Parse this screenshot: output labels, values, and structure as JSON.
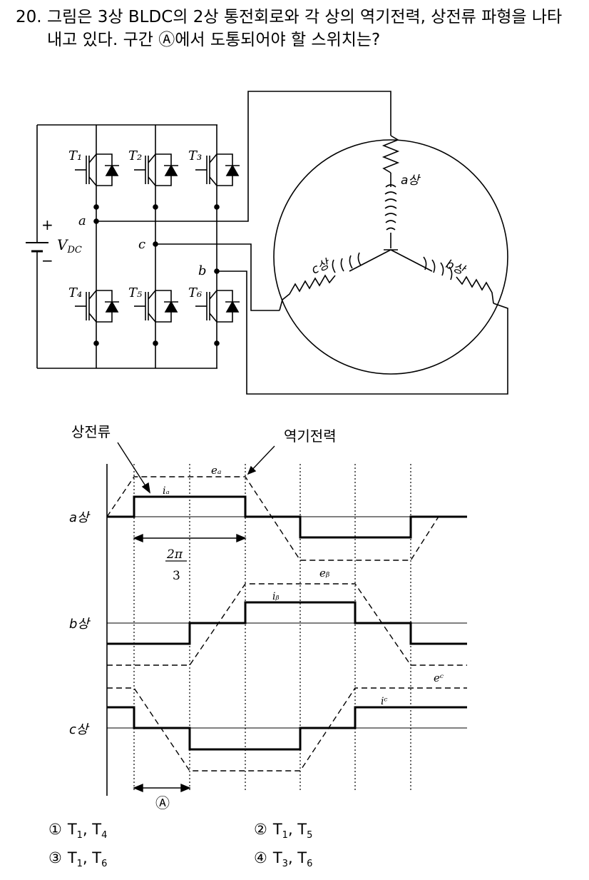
{
  "question": {
    "number": "20.",
    "text": "그림은 3상 BLDC의 2상 통전회로와 각 상의 역기전력, 상전류 파형을 나타내고 있다. 구간 Ⓐ에서 도통되어야 할 스위치는?"
  },
  "circuit": {
    "switches": [
      "T₁",
      "T₂",
      "T₃",
      "T₄",
      "T₅",
      "T₆"
    ],
    "plus": "+",
    "minus": "−",
    "vdc": "V",
    "vdc_sub": "DC",
    "node_a": "a",
    "node_b": "b",
    "node_c": "c",
    "phase_a": "a상",
    "phase_b": "b상",
    "phase_c": "c상"
  },
  "waveform": {
    "current_label": "상전류",
    "emf_label": "역기전력",
    "ea": "eₐ",
    "eb": "eᵦ",
    "ec": "eᶜ",
    "ia": "iₐ",
    "ib": "iᵦ",
    "ic": "iᶜ",
    "row_a": "a상",
    "row_b": "b상",
    "row_c": "c상",
    "span_num": "2π",
    "span_den": "3",
    "interval": "Ⓐ"
  },
  "choices": [
    {
      "num": "①",
      "a": "T",
      "a_sub": "1",
      "b": "T",
      "b_sub": "4"
    },
    {
      "num": "②",
      "a": "T",
      "a_sub": "1",
      "b": "T",
      "b_sub": "5"
    },
    {
      "num": "③",
      "a": "T",
      "a_sub": "1",
      "b": "T",
      "b_sub": "6"
    },
    {
      "num": "④",
      "a": "T",
      "a_sub": "3",
      "b": "T",
      "b_sub": "6"
    }
  ]
}
